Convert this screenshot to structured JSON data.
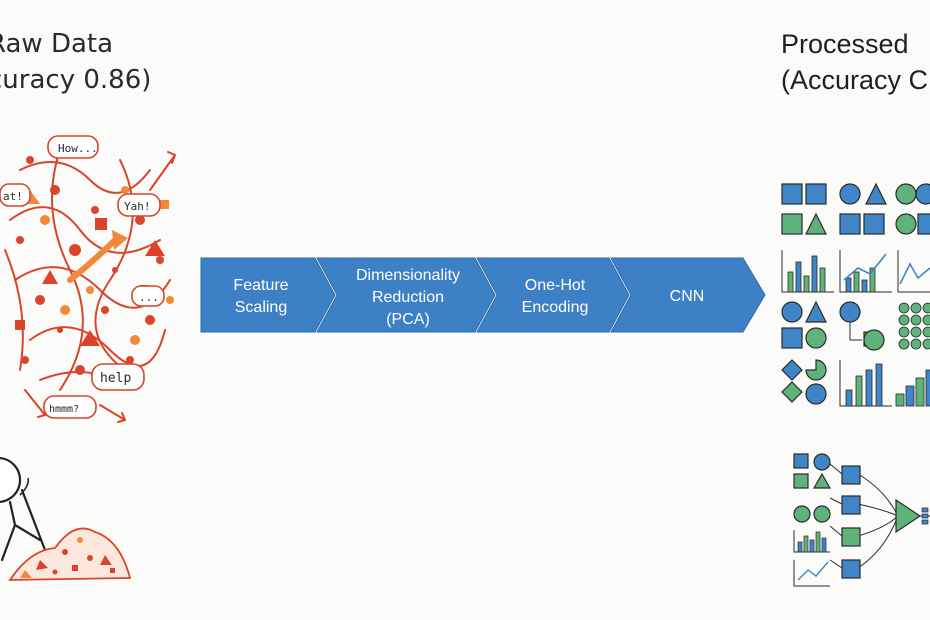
{
  "raw_side": {
    "title_line1": "Raw Data",
    "title_line2": "curacy 0.86)",
    "speech_bubbles": [
      "How...",
      "at!",
      "Yah!",
      "...",
      "help",
      "hmmm?"
    ]
  },
  "processed_side": {
    "title_line1": "Processed",
    "title_line2": "(Accuracy C"
  },
  "pipeline": {
    "steps": [
      {
        "line1": "Feature",
        "line2": "Scaling",
        "line3": ""
      },
      {
        "line1": "Dimensionality",
        "line2": "Reduction",
        "line3": "(PCA)"
      },
      {
        "line1": "One-Hot",
        "line2": "Encoding",
        "line3": ""
      },
      {
        "line1": "CNN",
        "line2": "",
        "line3": ""
      }
    ]
  },
  "colors": {
    "pipeline_fill": "#3d80c6",
    "pipeline_stroke": "#2d6aab",
    "pipeline_text": "#ffffff",
    "chaos_red": "#d9442a",
    "chaos_orange": "#f08a3a",
    "tidy_blue": "#3f86c8",
    "tidy_green": "#5fb37a",
    "ink": "#2a2a2a"
  }
}
